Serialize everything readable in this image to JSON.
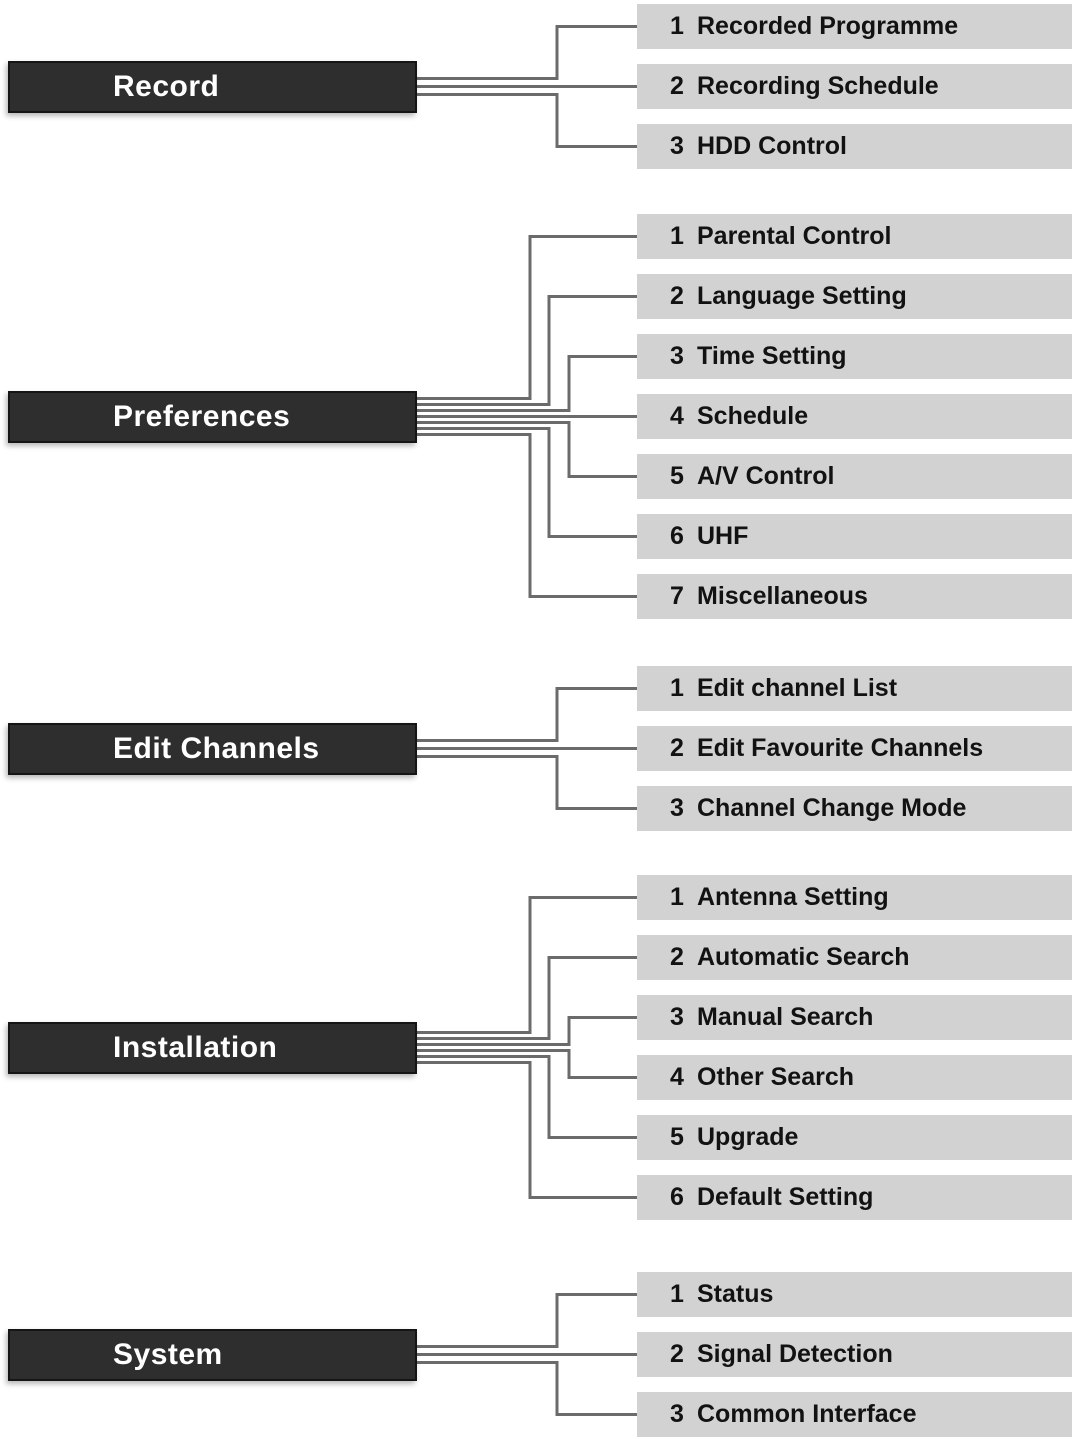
{
  "diagram": {
    "colors": {
      "background": "#ffffff",
      "category_bg": "#2e2e2e",
      "category_text": "#ffffff",
      "item_bg": "#d2d2d2",
      "item_text": "#121212",
      "connector": "#6b6b6b"
    },
    "sections": [
      {
        "label": "Record",
        "items": [
          {
            "number": "1",
            "label": "Recorded Programme"
          },
          {
            "number": "2",
            "label": "Recording Schedule"
          },
          {
            "number": "3",
            "label": "HDD Control"
          }
        ]
      },
      {
        "label": "Preferences",
        "items": [
          {
            "number": "1",
            "label": "Parental Control"
          },
          {
            "number": "2",
            "label": "Language Setting"
          },
          {
            "number": "3",
            "label": "Time Setting"
          },
          {
            "number": "4",
            "label": "Schedule"
          },
          {
            "number": "5",
            "label": "A/V Control"
          },
          {
            "number": "6",
            "label": "UHF"
          },
          {
            "number": "7",
            "label": "Miscellaneous"
          }
        ]
      },
      {
        "label": "Edit Channels",
        "items": [
          {
            "number": "1",
            "label": "Edit channel List"
          },
          {
            "number": "2",
            "label": "Edit Favourite Channels"
          },
          {
            "number": "3",
            "label": "Channel Change Mode"
          }
        ]
      },
      {
        "label": "Installation",
        "items": [
          {
            "number": "1",
            "label": "Antenna Setting"
          },
          {
            "number": "2",
            "label": "Automatic Search"
          },
          {
            "number": "3",
            "label": "Manual Search"
          },
          {
            "number": "4",
            "label": "Other Search"
          },
          {
            "number": "5",
            "label": "Upgrade"
          },
          {
            "number": "6",
            "label": "Default Setting"
          }
        ]
      },
      {
        "label": "System",
        "items": [
          {
            "number": "1",
            "label": "Status"
          },
          {
            "number": "2",
            "label": "Signal Detection"
          },
          {
            "number": "3",
            "label": "Common Interface"
          }
        ]
      }
    ]
  }
}
